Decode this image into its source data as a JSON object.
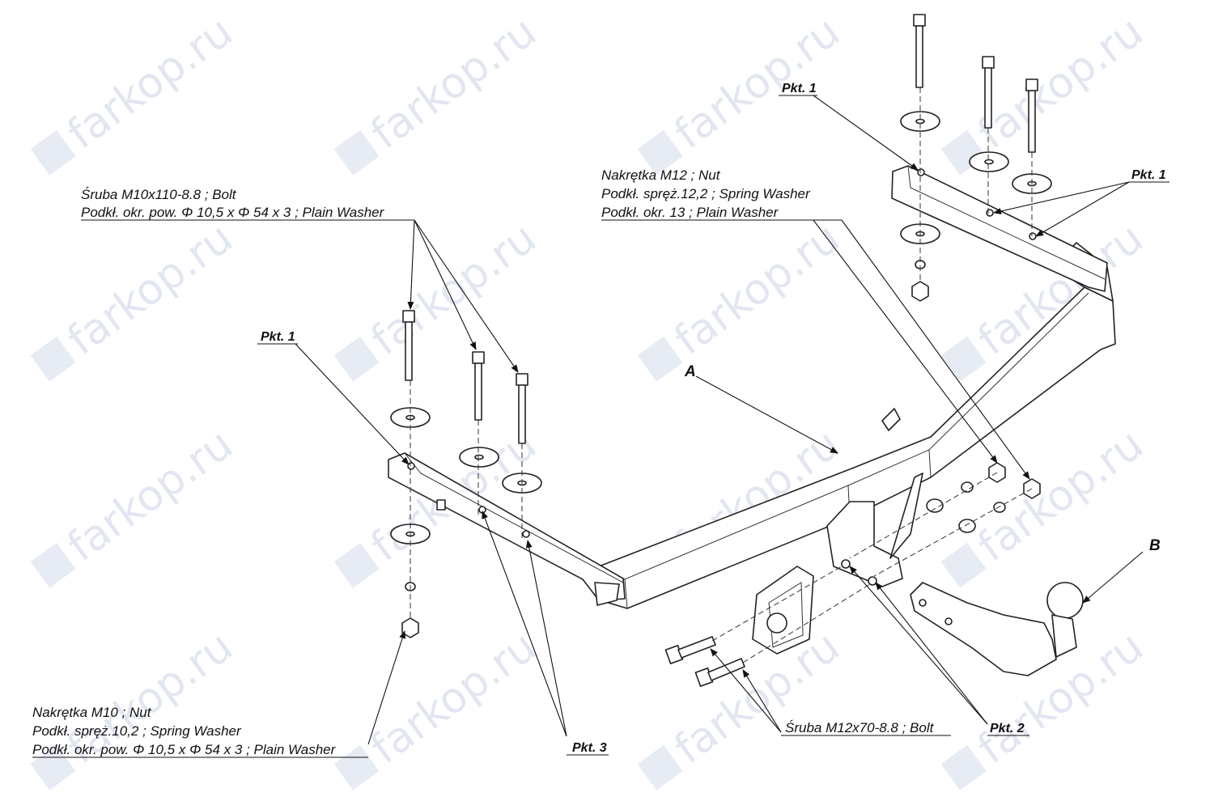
{
  "watermark": {
    "text": "farkop.ru",
    "color": "#c9d2e6"
  },
  "callouts": {
    "bolt_left": {
      "line1": "Śruba M10x110-8.8 ;  Bolt",
      "line2": "Podkł. okr. pow. Φ 10,5 x Φ 54 x 3 ; Plain Washer"
    },
    "nut_right": {
      "line1": "Nakrętka  M12 ; Nut",
      "line2": "Podkł. spręż.12,2 ; Spring Washer",
      "line3": "Podkł. okr. 13 ; Plain Washer"
    },
    "nut_left": {
      "line1": "Nakrętka  M10 ; Nut",
      "line2": "Podkł. spręż.10,2 ; Spring Washer",
      "line3": "Podkł. okr. pow. Φ 10,5 x Φ 54 x 3 ; Plain Washer"
    },
    "bolt_bottom": {
      "line1": "Śruba M12x70-8.8 ;  Bolt"
    }
  },
  "points": {
    "pkt1_top": "Pkt. 1",
    "pkt1_right": "Pkt. 1",
    "pkt1_left": "Pkt. 1",
    "pkt2": "Pkt. 2",
    "pkt3": "Pkt. 3"
  },
  "parts": {
    "a": "A",
    "b": "B"
  }
}
